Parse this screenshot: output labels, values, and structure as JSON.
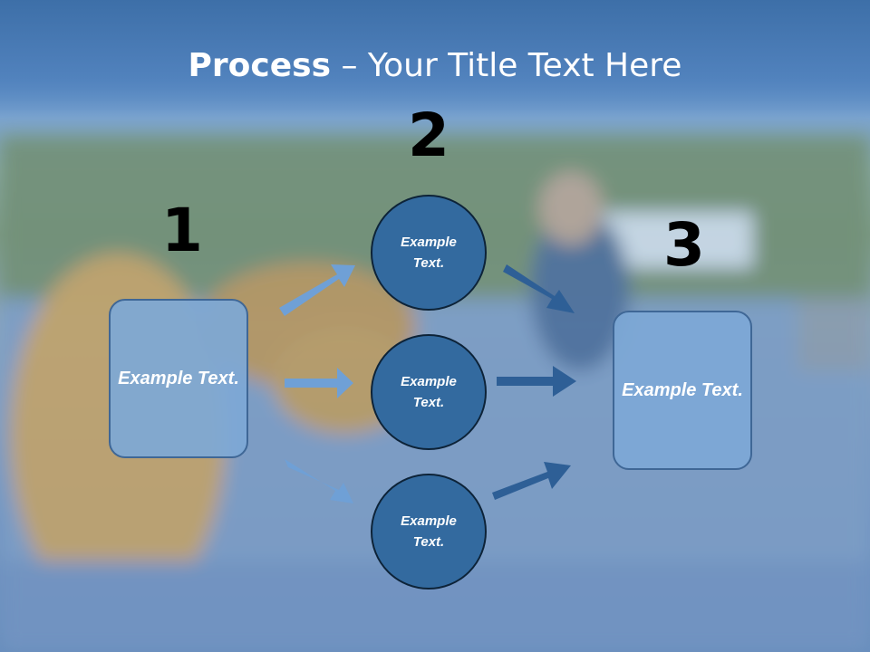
{
  "title": {
    "bold": "Process",
    "rest": " – Your Title Text Here"
  },
  "steps": {
    "one": "1",
    "two": "2",
    "three": "3"
  },
  "left_box": {
    "text": "Example Text."
  },
  "right_box": {
    "text": "Example Text."
  },
  "circles": [
    {
      "text": "Example Text."
    },
    {
      "text": "Example Text."
    },
    {
      "text": "Example Text."
    }
  ],
  "colors": {
    "light_arrow": "#6fa0d6",
    "dark_arrow": "#2e5f96",
    "circle_fill": "#336a9f",
    "box_fill": "#7da8d6"
  }
}
